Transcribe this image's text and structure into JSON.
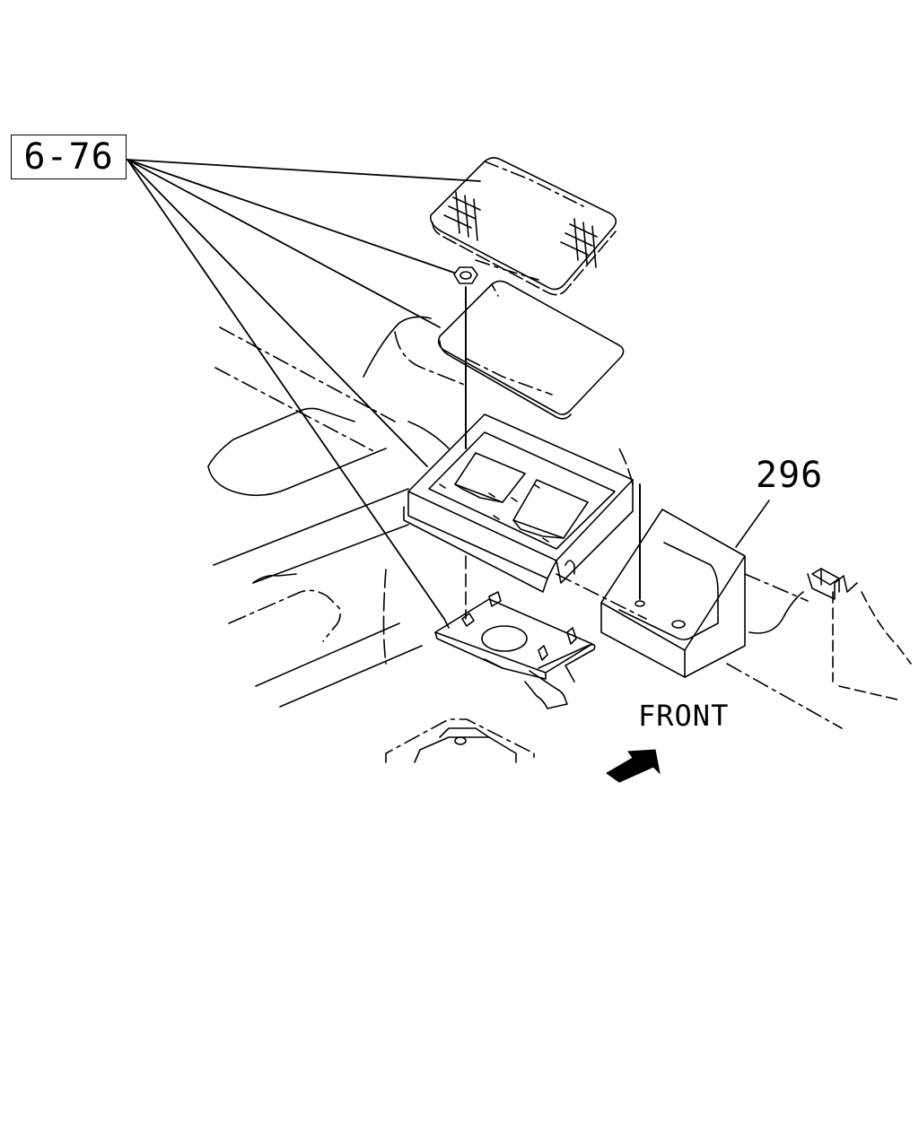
{
  "diagram": {
    "reference_label": "6-76",
    "part_number": "296",
    "direction_label": "FRONT"
  },
  "colors": {
    "ink": "#000000",
    "paper": "#ffffff"
  }
}
